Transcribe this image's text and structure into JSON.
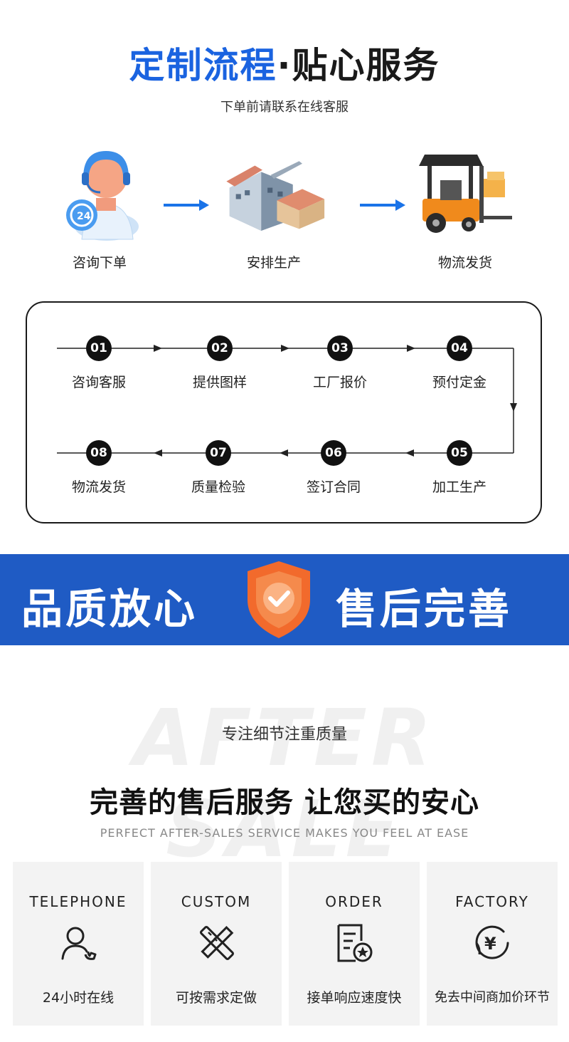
{
  "hero": {
    "title_blue": "定制流程",
    "title_dot": "·",
    "title_dark": "贴心服务",
    "subtitle": "下单前请联系在线客服"
  },
  "steps": [
    {
      "label": "咨询下单",
      "icon": "customer-service-icon"
    },
    {
      "label": "安排生产",
      "icon": "factory-icon"
    },
    {
      "label": "物流发货",
      "icon": "forklift-icon"
    }
  ],
  "process": [
    {
      "num": "01",
      "label": "咨询客服"
    },
    {
      "num": "02",
      "label": "提供图样"
    },
    {
      "num": "03",
      "label": "工厂报价"
    },
    {
      "num": "04",
      "label": "预付定金"
    },
    {
      "num": "05",
      "label": "加工生产"
    },
    {
      "num": "06",
      "label": "签订合同"
    },
    {
      "num": "07",
      "label": "质量检验"
    },
    {
      "num": "08",
      "label": "物流发货"
    }
  ],
  "banner": {
    "left": "品质放心",
    "right": "售后完善",
    "color": "#1f5bc4",
    "shield_color": "#f26a2c"
  },
  "after_sale": {
    "bg_word": "AFTER SALE",
    "subtitle": "专注细节注重质量",
    "title": "完善的售后服务 让您买的安心",
    "english": "PERFECT AFTER-SALES SERVICE MAKES YOU FEEL AT EASE"
  },
  "cards": [
    {
      "en": "TELEPHONE",
      "cn": "24小时在线",
      "icon": "telephone-person-icon"
    },
    {
      "en": "CUSTOM",
      "cn": "可按需求定做",
      "icon": "pencil-ruler-icon"
    },
    {
      "en": "ORDER",
      "cn": "接单响应速度快",
      "icon": "order-document-icon"
    },
    {
      "en": "FACTORY",
      "cn": "免去中间商加价环节",
      "icon": "yen-coin-icon"
    }
  ]
}
